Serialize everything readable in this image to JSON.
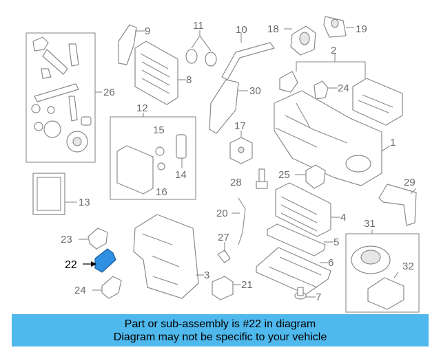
{
  "diagram": {
    "highlight_color": "#2f8fe0",
    "callouts": [
      "1",
      "2",
      "3",
      "4",
      "5",
      "6",
      "7",
      "8",
      "9",
      "10",
      "11",
      "12",
      "13",
      "14",
      "15",
      "16",
      "17",
      "18",
      "19",
      "20",
      "21",
      "22",
      "23",
      "24",
      "24",
      "25",
      "26",
      "27",
      "28",
      "29",
      "30",
      "31",
      "32"
    ],
    "highlighted_callout": "22"
  },
  "banner": {
    "background": "#4fb8ec",
    "line1": "Part or sub-assembly is #22 in diagram",
    "line2": "Diagram may not be specific to your vehicle"
  }
}
